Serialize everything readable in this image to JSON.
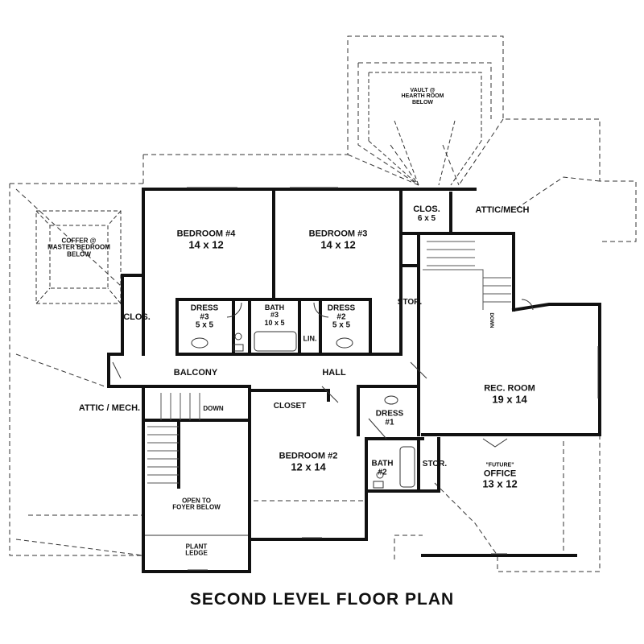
{
  "title": "SECOND LEVEL FLOOR PLAN",
  "rooms": {
    "bedroom4": {
      "name": "BEDROOM #4",
      "size": "14 x 12"
    },
    "bedroom3": {
      "name": "BEDROOM #3",
      "size": "14 x 12"
    },
    "bedroom2": {
      "name": "BEDROOM #2",
      "size": "12 x 14"
    },
    "rec_room": {
      "name": "REC. ROOM",
      "size": "19 x 14"
    },
    "office": {
      "name": "OFFICE",
      "note": "\"FUTURE\"",
      "size": "13 x 12"
    },
    "closet_top": {
      "name": "CLOS.",
      "size": "6 x 5"
    },
    "attic_mech_top": {
      "name": "ATTIC/MECH"
    },
    "attic_mech_left": {
      "name": "ATTIC / MECH."
    },
    "clos_left": {
      "name": "CLOS."
    },
    "dress3": {
      "name": "DRESS",
      "num": "#3",
      "size": "5 x 5"
    },
    "bath3": {
      "name": "BATH",
      "num": "#3",
      "size": "10 x 5"
    },
    "dress2": {
      "name": "DRESS",
      "num": "#2",
      "size": "5 x 5"
    },
    "lin": {
      "name": "LIN."
    },
    "stor_top": {
      "name": "STOR."
    },
    "balcony": {
      "name": "BALCONY"
    },
    "hall": {
      "name": "HALL"
    },
    "closet_mid": {
      "name": "CLOSET"
    },
    "dress1": {
      "name": "DRESS",
      "num": "#1"
    },
    "bath2": {
      "name": "BATH",
      "num": "#2"
    },
    "stor_bottom": {
      "name": "STOR."
    },
    "open_foyer": {
      "line1": "OPEN TO",
      "line2": "FOYER BELOW"
    },
    "plant_ledge": {
      "line1": "PLANT",
      "line2": "LEDGE"
    },
    "vault": {
      "line1": "VAULT @",
      "line2": "HEARTH ROOM",
      "line3": "BELOW"
    },
    "coffer": {
      "line1": "COFFER @",
      "line2": "MASTER BEDROOM",
      "line3": "BELOW"
    }
  },
  "stair_labels": {
    "down_left": "DOWN",
    "down_right": "DOWN"
  }
}
